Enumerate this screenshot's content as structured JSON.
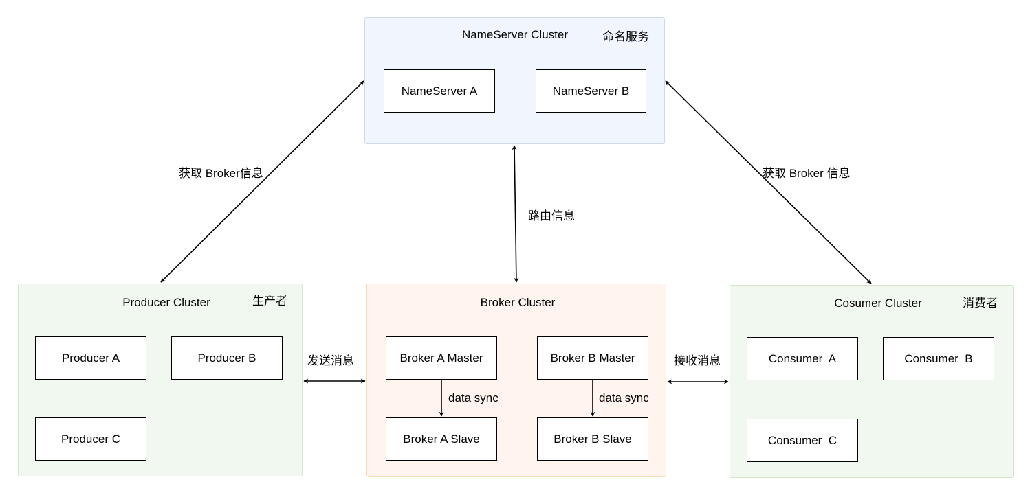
{
  "nameserver_cluster": {
    "title": "NameServer Cluster",
    "role": "命名服务",
    "nodes": [
      "NameServer A",
      "NameServer B"
    ]
  },
  "producer_cluster": {
    "title": "Producer Cluster",
    "role": "生产者",
    "nodes": [
      "Producer A",
      "Producer B",
      "Producer C"
    ]
  },
  "broker_cluster": {
    "title": "Broker Cluster",
    "masters": [
      "Broker A Master",
      "Broker B Master"
    ],
    "slaves": [
      "Broker A Slave",
      "Broker B Slave"
    ],
    "sync_label": "data sync"
  },
  "consumer_cluster": {
    "title": "Cosumer Cluster",
    "role": "消费者",
    "nodes": [
      "Consumer  A",
      "Consumer  B",
      "Consumer  C"
    ]
  },
  "edges": {
    "producer_to_nameserver": "获取 Broker信息",
    "broker_to_nameserver": "路由信息",
    "consumer_to_nameserver": "获取 Broker 信息",
    "producer_to_broker": "发送消息",
    "broker_to_consumer": "接收消息"
  },
  "colors": {
    "nameserver_fill": "#f1f5fe",
    "producer_fill": "#f1f8ef",
    "broker_fill": "#fff5ee",
    "consumer_fill": "#f1f8ef",
    "edge": "#000000"
  }
}
